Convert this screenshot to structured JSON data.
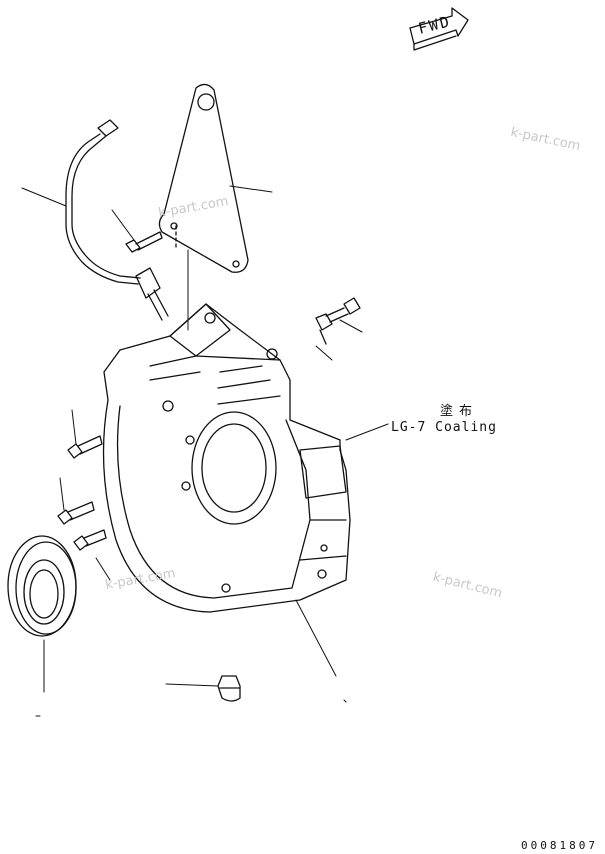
{
  "diagram": {
    "fwd_label": "FWD",
    "coating_label_jp": "塗布",
    "coating_label_en": "LG-7 Coaling",
    "drawing_number": "00081807",
    "watermark": "k-part.com"
  },
  "colors": {
    "line": "#111111",
    "watermark": "#c8c8c8"
  }
}
